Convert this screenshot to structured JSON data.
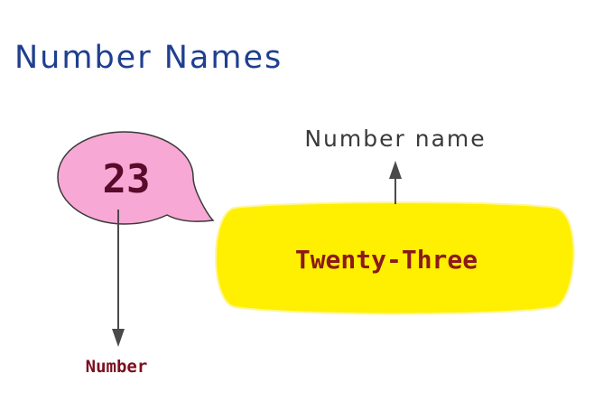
{
  "title": "Number Names",
  "diagram": {
    "number_value": "23",
    "number_name_value": "Twenty-Three",
    "number_caption": "Number",
    "number_name_caption": "Number name"
  },
  "colors": {
    "title": "#1f3f8f",
    "bubble_fill": "#f7a8d4",
    "bubble_text": "#5a0a2a",
    "pill_fill": "#ffef00",
    "pill_text": "#8b1a1a",
    "arrow": "#4a4a4a",
    "number_caption": "#7a1020",
    "number_name_caption": "#3a3a3a"
  },
  "icons": {
    "down_arrow": "arrow-down-icon",
    "up_arrow": "arrow-up-icon"
  }
}
